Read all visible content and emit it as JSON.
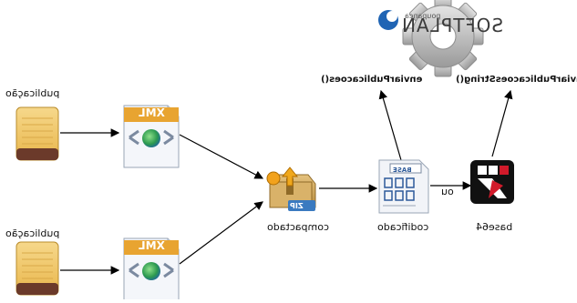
{
  "diagram": {
    "nodes": {
      "pub1": {
        "label": "publicação",
        "icon": "notepad-icon"
      },
      "pub2": {
        "label": "publicação",
        "icon": "notepad-icon"
      },
      "xml1": {
        "label": "XML",
        "icon": "xml-file-icon"
      },
      "xml2": {
        "label": "XML",
        "icon": "xml-file-icon"
      },
      "zip": {
        "label": "compactado",
        "badge": "ZIP",
        "icon": "zip-archive-icon"
      },
      "codified": {
        "label": "codificado",
        "badge": "BASE",
        "icon": "binary-file-icon"
      },
      "base64": {
        "label": "base64",
        "icon": "base64-logo-icon"
      },
      "service": {
        "brand": "SOFTPLAN",
        "brand_sub": "poupanca",
        "icon": "gear-icon"
      }
    },
    "methods": {
      "left": "enviarPublicacoes()",
      "right": "enviarPublicacoesString()"
    },
    "edge_label_ou": "ou",
    "colors": {
      "notepad": "#f1c660",
      "notepad_binding": "#6b3a2a",
      "xml_banner": "#e8a431",
      "gear": "#b9b9b9",
      "base64_tile": "#111111",
      "base64_red": "#d11a2a",
      "brand_blue": "#1f64b4"
    }
  }
}
